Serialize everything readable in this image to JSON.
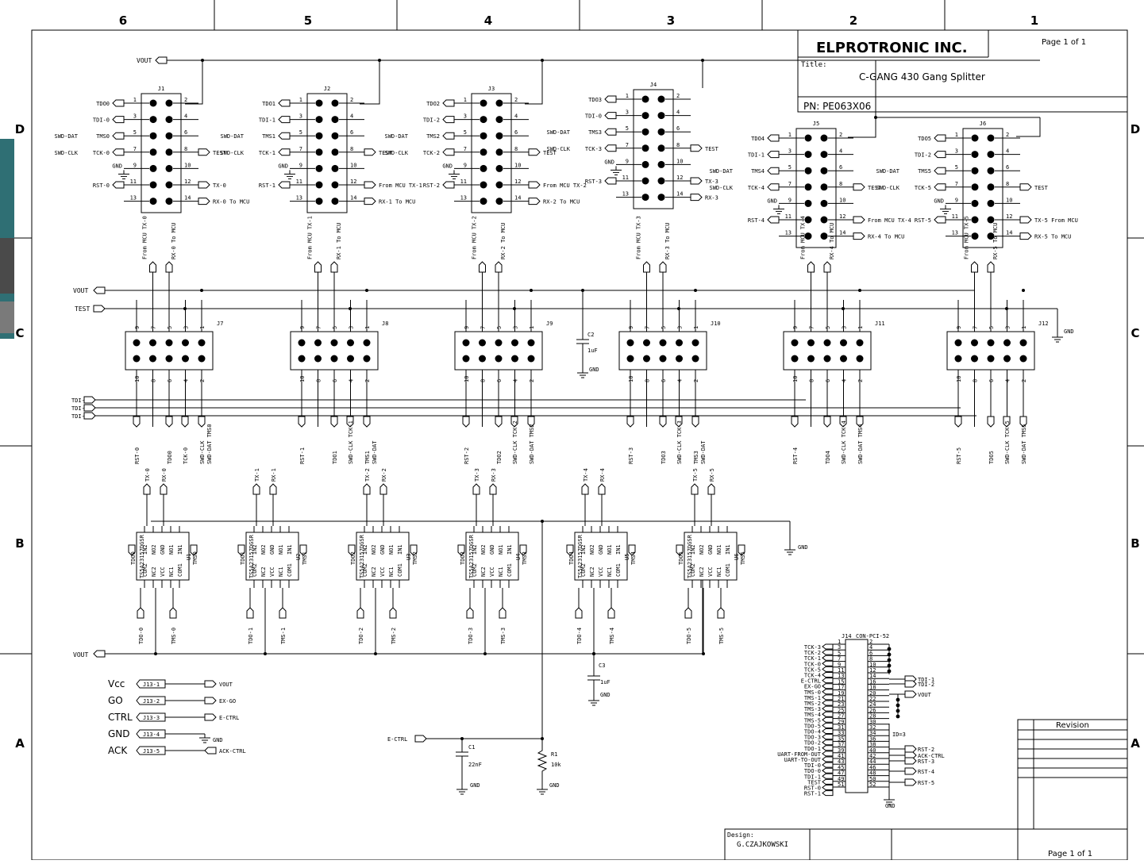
{
  "zones": {
    "columns": [
      "6",
      "5",
      "4",
      "3",
      "2",
      "1"
    ],
    "rows": [
      "D",
      "C",
      "B",
      "A"
    ]
  },
  "title_block": {
    "company": "ELPROTRONIC INC.",
    "page": "Page 1 of 1",
    "title_label": "Title:",
    "title": "C-GANG 430 Gang Splitter",
    "pn": "PN: PE063X06"
  },
  "design_block": {
    "label": "Design:",
    "designer": "G.CZAJKOWSKI",
    "page": "Page 1 of 1"
  },
  "revision_label": "Revision",
  "nets": {
    "vout": "VOUT",
    "test": "TEST",
    "gnd": "GND",
    "tdi0": "TDI-0",
    "tdi1": "TDI-1",
    "tdi2": "TDI-2",
    "e_ctrl": "E-CTRL"
  },
  "jtag_headers": [
    {
      "ref": "J1",
      "left": [
        "TDO0",
        "TDI-0",
        "TMS0",
        "TCK-0",
        "GND",
        "RST-0"
      ],
      "extra_left": [
        "SWD-DAT",
        "SWD-CLK"
      ],
      "right": [
        "TEST",
        "TX-0",
        "RX-0  To MCU"
      ]
    },
    {
      "ref": "J2",
      "left": [
        "TDO1",
        "TDI-1",
        "TMS1",
        "TCK-1",
        "GND",
        "RST-1"
      ],
      "extra_left": [
        "SWD-DAT",
        "SWD-CLK"
      ],
      "right": [
        "TEST",
        "From MCU  TX-1",
        "RX-1 To MCU"
      ]
    },
    {
      "ref": "J3",
      "left": [
        "TDO2",
        "TDI-2",
        "TMS2",
        "TCK-2",
        "GND",
        "RST-2"
      ],
      "extra_left": [
        "SWD-DAT",
        "SWD-CLK"
      ],
      "right": [
        "TEST",
        "From MCU  TX-2",
        "RX-2 To MCU"
      ]
    },
    {
      "ref": "J4",
      "left": [
        "TDO3",
        "TDI-0",
        "TMS3",
        "TCK-3",
        "GND",
        "RST-3"
      ],
      "extra_left": [
        "SWD-DAT",
        "SWD-CLK"
      ],
      "right": [
        "TEST",
        "TX-3",
        "RX-3"
      ]
    },
    {
      "ref": "J5",
      "left": [
        "TDO4",
        "TDI-1",
        "TMS4",
        "TCK-4",
        "GND",
        "RST-4"
      ],
      "extra_left": [
        "SWD-DAT",
        "SWD-CLK"
      ],
      "right": [
        "TEST",
        "From MCU  TX-4",
        "RX-4 To MCU"
      ]
    },
    {
      "ref": "J6",
      "left": [
        "TDO5",
        "TDI-2",
        "TMS5",
        "TCK-5",
        "GND",
        "RST-5"
      ],
      "extra_left": [
        "SWD-DAT",
        "SWD-CLK"
      ],
      "right": [
        "TEST",
        "TX-5 From MCU",
        "RX-5 To MCU"
      ]
    }
  ],
  "idc_headers": [
    {
      "ref": "J7",
      "top": [
        "From MCU TX-0",
        "RX-0 To MCU"
      ],
      "bottom": [
        "RST-0",
        "TDO0",
        "TCK-0",
        "SWD-CLK",
        "SWD-DAT TMS0"
      ]
    },
    {
      "ref": "J8",
      "top": [
        "From MCU TX-1",
        "RX-1 To MCU"
      ],
      "bottom": [
        "RST-1",
        "TDO1",
        "SWD-CLK TCK-1",
        "TMS1",
        "SWD-DAT"
      ]
    },
    {
      "ref": "J9",
      "top": [
        "From MCU TX-2",
        "RX-2 To MCU"
      ],
      "bottom": [
        "RST-2",
        "TDO2",
        "SWD-CLK TCK-2",
        "SWD-DAT TMS2"
      ]
    },
    {
      "ref": "J10",
      "top": [
        "From MCU TX-3",
        "RX-3 To MCU"
      ],
      "bottom": [
        "RST-3",
        "TDO3",
        "SWD-CLK TCK-3",
        "TMS3",
        "SWD-DAT"
      ]
    },
    {
      "ref": "J11",
      "top": [
        "From MCU TX-4",
        "RX-4 To MCU"
      ],
      "bottom": [
        "RST-4",
        "TDO4",
        "SWD-CLK TCK-4",
        "SWD-DAT TMS4"
      ]
    },
    {
      "ref": "J12",
      "top": [
        "From MCU TX-5",
        "RX-5 To MCU"
      ],
      "bottom": [
        "RST-5",
        "TDO5",
        "SWD-CLK TCK-5",
        "SWD-DAT TMS5"
      ]
    }
  ],
  "switches": [
    {
      "ref": "U1",
      "part": "TS5A23157DGSR",
      "tx": "TX-0",
      "rx": "RX-0",
      "tdo": "TDO0",
      "tms": "TMS0",
      "out_a": "TDO-0",
      "out_b": "TMS-0"
    },
    {
      "ref": "U2",
      "part": "TS5A23157DGSR",
      "tx": "TX-1",
      "rx": "RX-1",
      "tdo": "TDO1",
      "tms": "TMS1",
      "out_a": "TDO-1",
      "out_b": "TMS-1"
    },
    {
      "ref": "U3",
      "part": "TS5A23157DGSR",
      "tx": "TX-2",
      "rx": "RX-2",
      "tdo": "TDO2",
      "tms": "TMS2",
      "out_a": "TDO-2",
      "out_b": "TMS-2"
    },
    {
      "ref": "U4",
      "part": "TS5A23157DGSR",
      "tx": "TX-3",
      "rx": "RX-3",
      "tdo": "TDO3",
      "tms": "TMS3",
      "out_a": "TDO-3",
      "out_b": "TMS-3"
    },
    {
      "ref": "U5",
      "part": "TS5A23157DGSR",
      "tx": "TX-4",
      "rx": "RX-4",
      "tdo": "TDO4",
      "tms": "TMS4",
      "out_a": "TDO-4",
      "out_b": "TMS-4"
    },
    {
      "ref": "U6",
      "part": "TS5A23157DGSR",
      "tx": "TX-5",
      "rx": "RX-5",
      "tdo": "TDO5",
      "tms": "TMS5",
      "out_a": "TDO-5",
      "out_b": "TMS-5"
    }
  ],
  "switch_pins": [
    "IN2",
    "NO2",
    "GND",
    "NO1",
    "IN1",
    "COM2",
    "NC2",
    "VCC",
    "NC1",
    "COM1"
  ],
  "caps": [
    {
      "ref": "C1",
      "value": "22nF"
    },
    {
      "ref": "C2",
      "value": "1uF"
    },
    {
      "ref": "C3",
      "value": "1uF"
    }
  ],
  "resistor": {
    "ref": "R1",
    "value": "10k"
  },
  "j13": [
    {
      "name": "Vcc",
      "pin": "J13-1",
      "net": "VOUT"
    },
    {
      "name": "GO",
      "pin": "J13-2",
      "net": "EX-GO"
    },
    {
      "name": "CTRL",
      "pin": "J13-3",
      "net": "E-CTRL"
    },
    {
      "name": "GND",
      "pin": "J13-4",
      "net": "GND"
    },
    {
      "name": "ACK",
      "pin": "J13-5",
      "net": "ACK-CTRL"
    }
  ],
  "j14": {
    "ref": "J14",
    "part": "CON-PCI-52",
    "left_nets": [
      "TCK-3",
      "TCK-2",
      "TCK-1",
      "TCK-0",
      "TCK-5",
      "TCK-4",
      "E-CTRL",
      "EX-GO",
      "TMS-0",
      "TMS-1",
      "TMS-2",
      "TMS-3",
      "TMS-4",
      "TMS-5",
      "TDO-5",
      "TDO-4",
      "TDO-3",
      "TDO-2",
      "TDO-1",
      "UART-FROM-OUT",
      "UART-TO-OUT",
      "TDI-0",
      "TDO-0",
      "TDI-1",
      "TEST",
      "RST-0",
      "RST-1"
    ],
    "right_nets": [
      "TDI-1",
      "TDI-2",
      "VOUT",
      "ID=3",
      "RST-2",
      "ACK-CTRL",
      "RST-3",
      "RST-4",
      "RST-5"
    ]
  }
}
